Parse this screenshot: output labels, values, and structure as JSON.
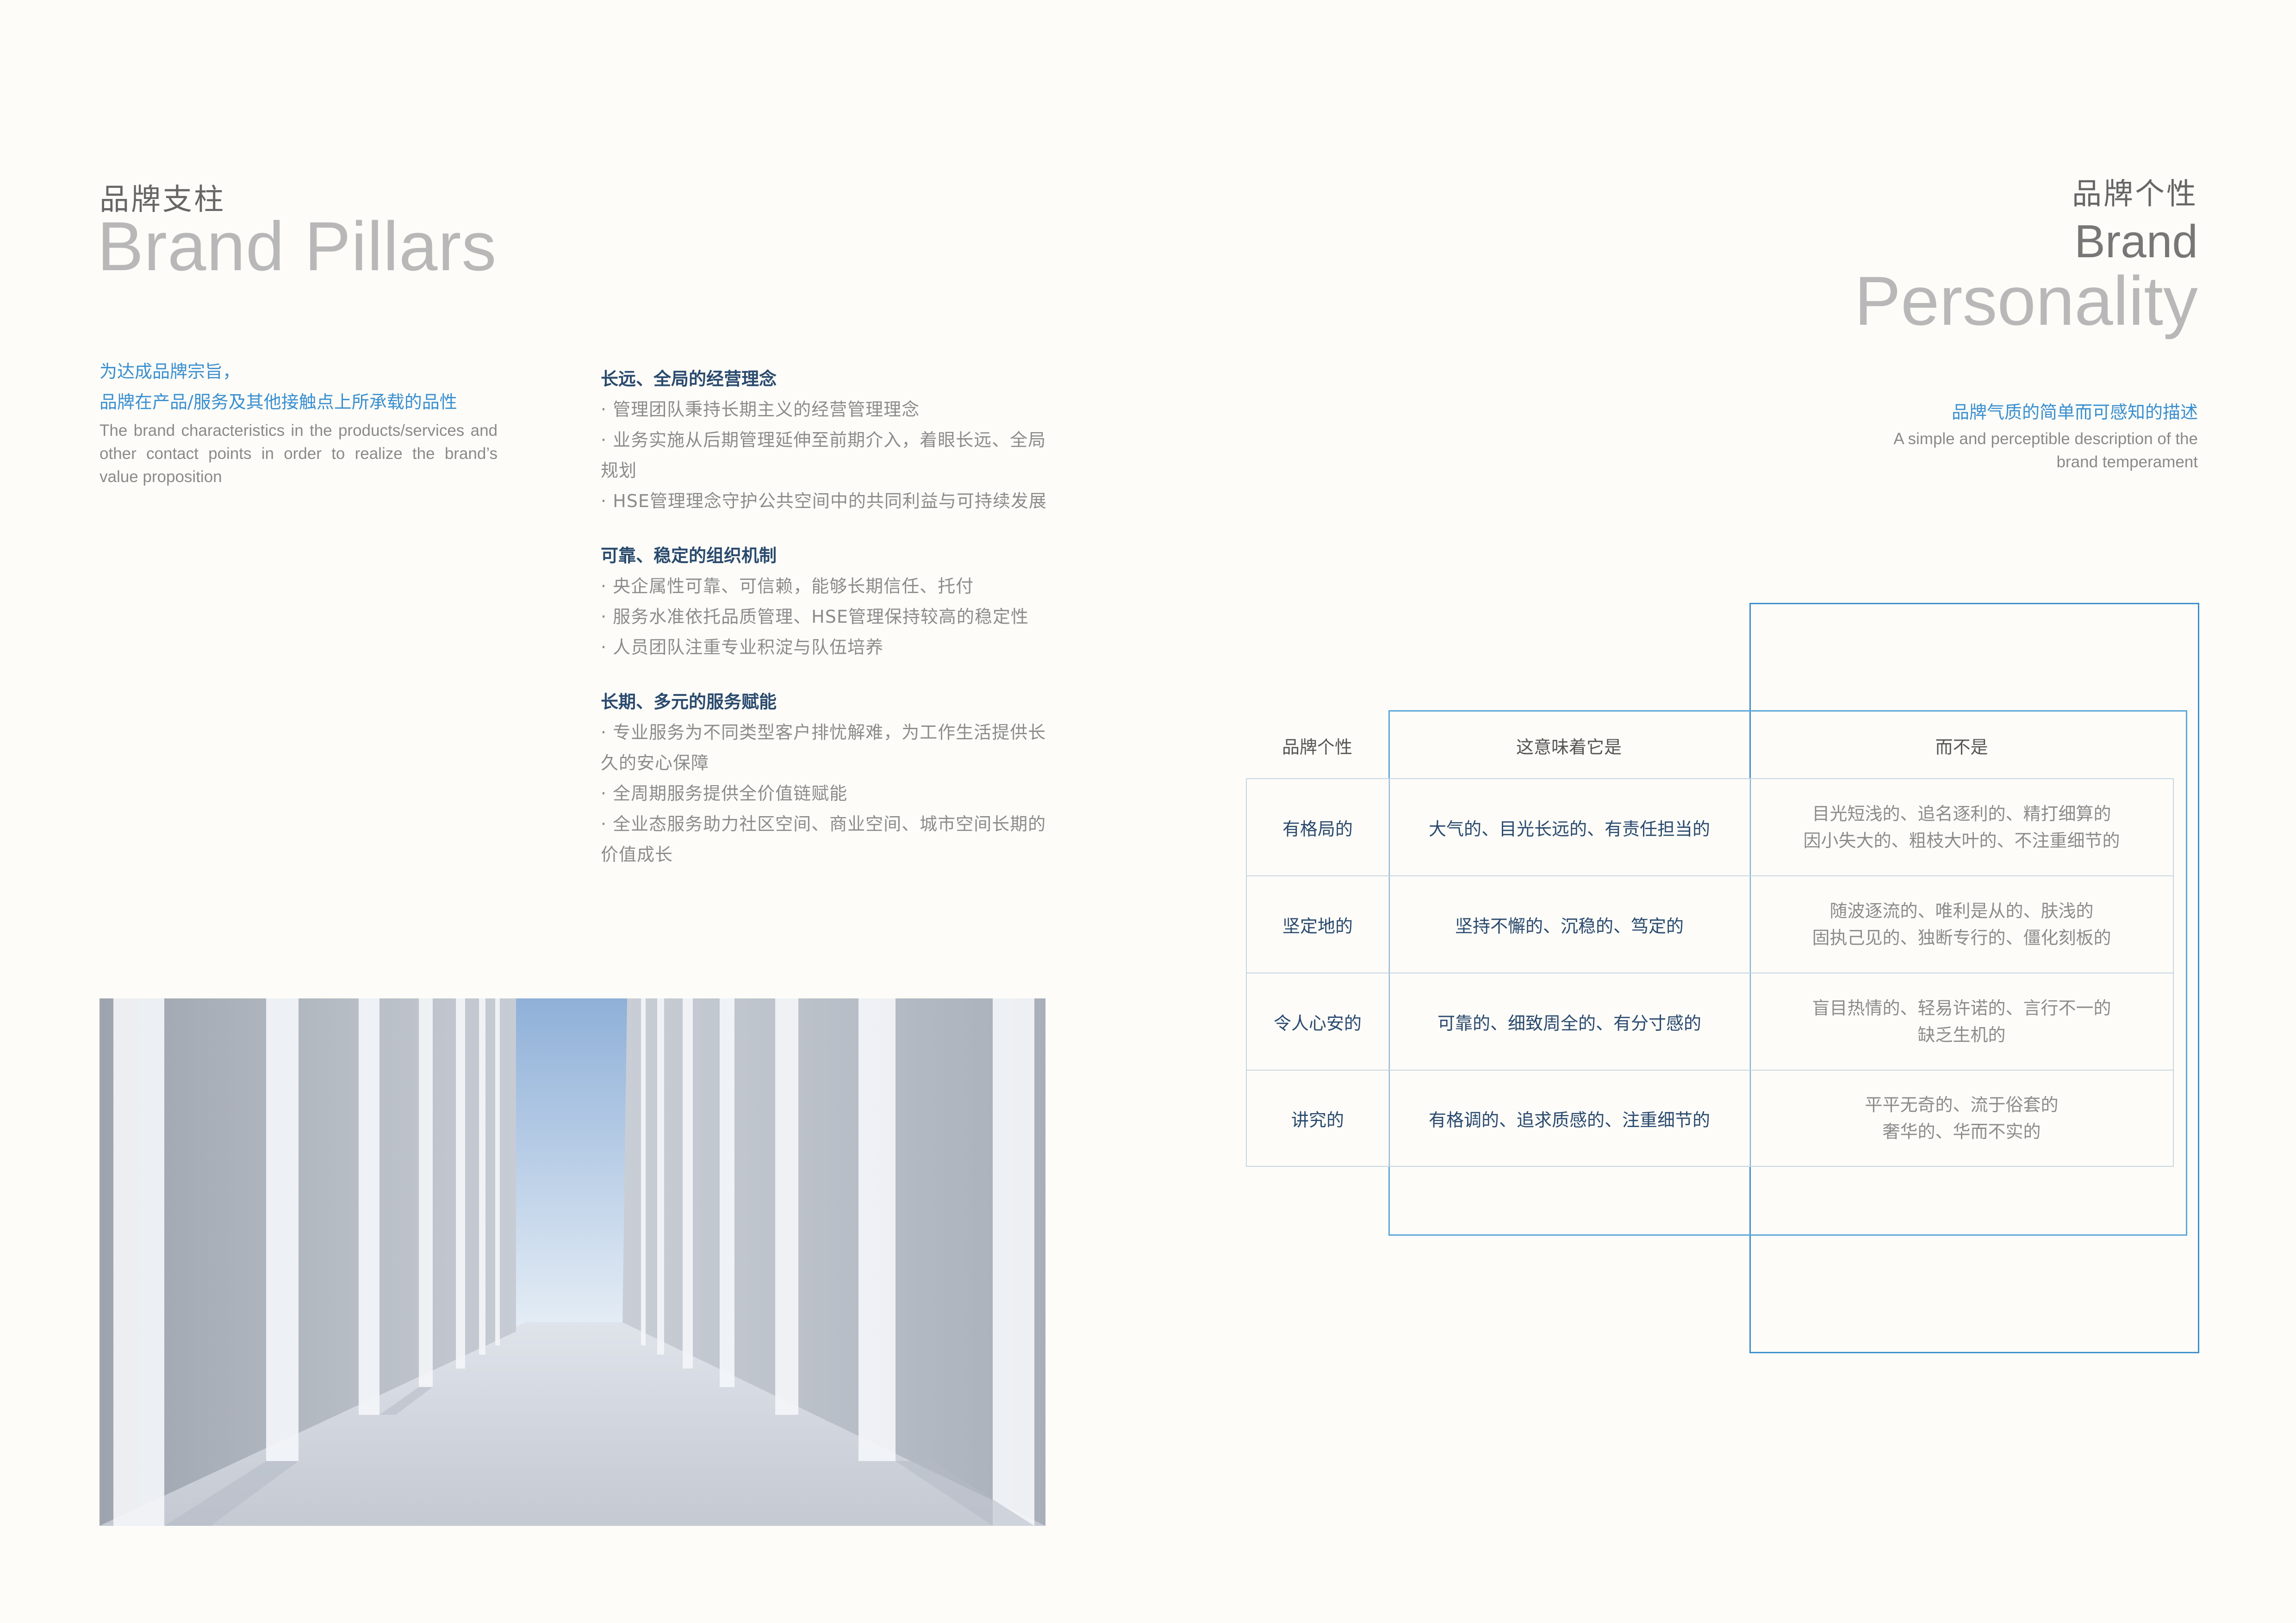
{
  "left": {
    "title_cn": "品牌支柱",
    "title_en": "Brand Pillars",
    "intro_cn_1": "为达成品牌宗旨，",
    "intro_cn_2": "品牌在产品/服务及其他接触点上所承载的品性",
    "intro_en": "The brand characteristics in the products/services and other contact points in order to realize the brand’s value proposition",
    "pillars": [
      {
        "title": "长远、全局的经营理念",
        "items": [
          "· 管理团队秉持长期主义的经营管理理念",
          "· 业务实施从后期管理延伸至前期介入，着眼长远、全局规划",
          "· HSE管理理念守护公共空间中的共同利益与可持续发展"
        ]
      },
      {
        "title": "可靠、稳定的组织机制",
        "items": [
          "· 央企属性可靠、可信赖，能够长期信任、托付",
          "· 服务水准依托品质管理、HSE管理保持较高的稳定性",
          "· 人员团队注重专业积淀与队伍培养"
        ]
      },
      {
        "title": "长期、多元的服务赋能",
        "items": [
          "· 专业服务为不同类型客户排忧解难，为工作生活提供长久的安心保障",
          "· 全周期服务提供全价值链赋能",
          "· 全业态服务助力社区空间、商业空间、城市空间长期的价值成长"
        ]
      }
    ]
  },
  "right": {
    "title_cn": "品牌个性",
    "title_en_1": "Brand",
    "title_en_2": "Personality",
    "desc_cn": "品牌气质的简单而可感知的描述",
    "desc_en": "A simple and perceptible description of the brand temperament",
    "table": {
      "headers": [
        "品牌个性",
        "这意味着它是",
        "而不是"
      ],
      "rows": [
        {
          "trait": "有格局的",
          "means": "大气的、目光长远的、有责任担当的",
          "not": [
            "目光短浅的、追名逐利的、精打细算的",
            "因小失大的、粗枝大叶的、不注重细节的"
          ]
        },
        {
          "trait": "坚定地的",
          "means": "坚持不懈的、沉稳的、笃定的",
          "not": [
            "随波逐流的、唯利是从的、肤浅的",
            "固执己见的、独断专行的、僵化刻板的"
          ]
        },
        {
          "trait": "令人心安的",
          "means": "可靠的、细致周全的、有分寸感的",
          "not": [
            "盲目热情的、轻易许诺的、言行不一的",
            "缺乏生机的"
          ]
        },
        {
          "trait": "讲究的",
          "means": "有格调的、追求质感的、注重细节的",
          "not": [
            "平平无奇的、流于俗套的",
            "奢华的、华而不实的"
          ]
        }
      ]
    }
  },
  "colors": {
    "accent_blue": "#3a8fd0",
    "navy": "#2a4a6e",
    "paper": "#fdfcf8"
  }
}
